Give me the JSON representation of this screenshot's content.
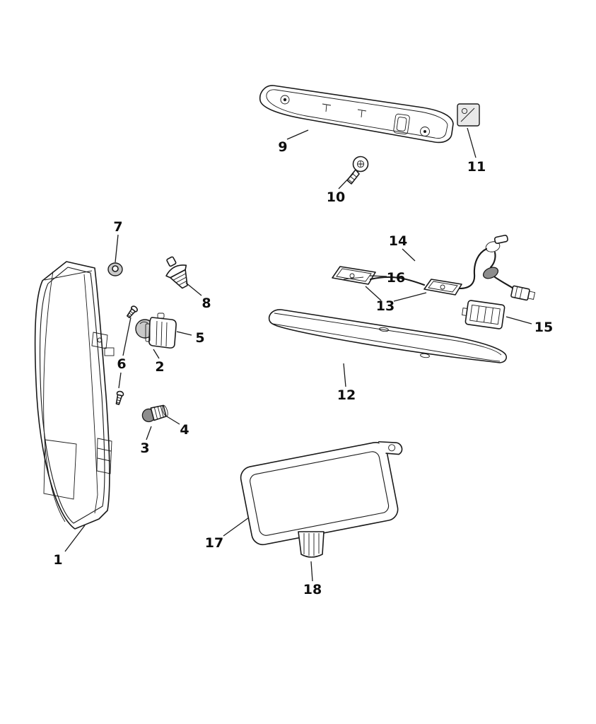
{
  "figure": {
    "background": "#ffffff",
    "line_color": "#1a1a1a",
    "type": "exploded-parts-diagram",
    "subject": "tail-lamp-and-rear-lamps-assembly"
  },
  "callouts": [
    {
      "label": "1"
    },
    {
      "label": "2"
    },
    {
      "label": "3"
    },
    {
      "label": "4"
    },
    {
      "label": "5"
    },
    {
      "label": "6"
    },
    {
      "label": "7"
    },
    {
      "label": "8"
    },
    {
      "label": "9"
    },
    {
      "label": "10"
    },
    {
      "label": "11"
    },
    {
      "label": "12"
    },
    {
      "label": "13"
    },
    {
      "label": "14"
    },
    {
      "label": "15"
    },
    {
      "label": "16"
    },
    {
      "label": "17"
    },
    {
      "label": "18"
    }
  ]
}
